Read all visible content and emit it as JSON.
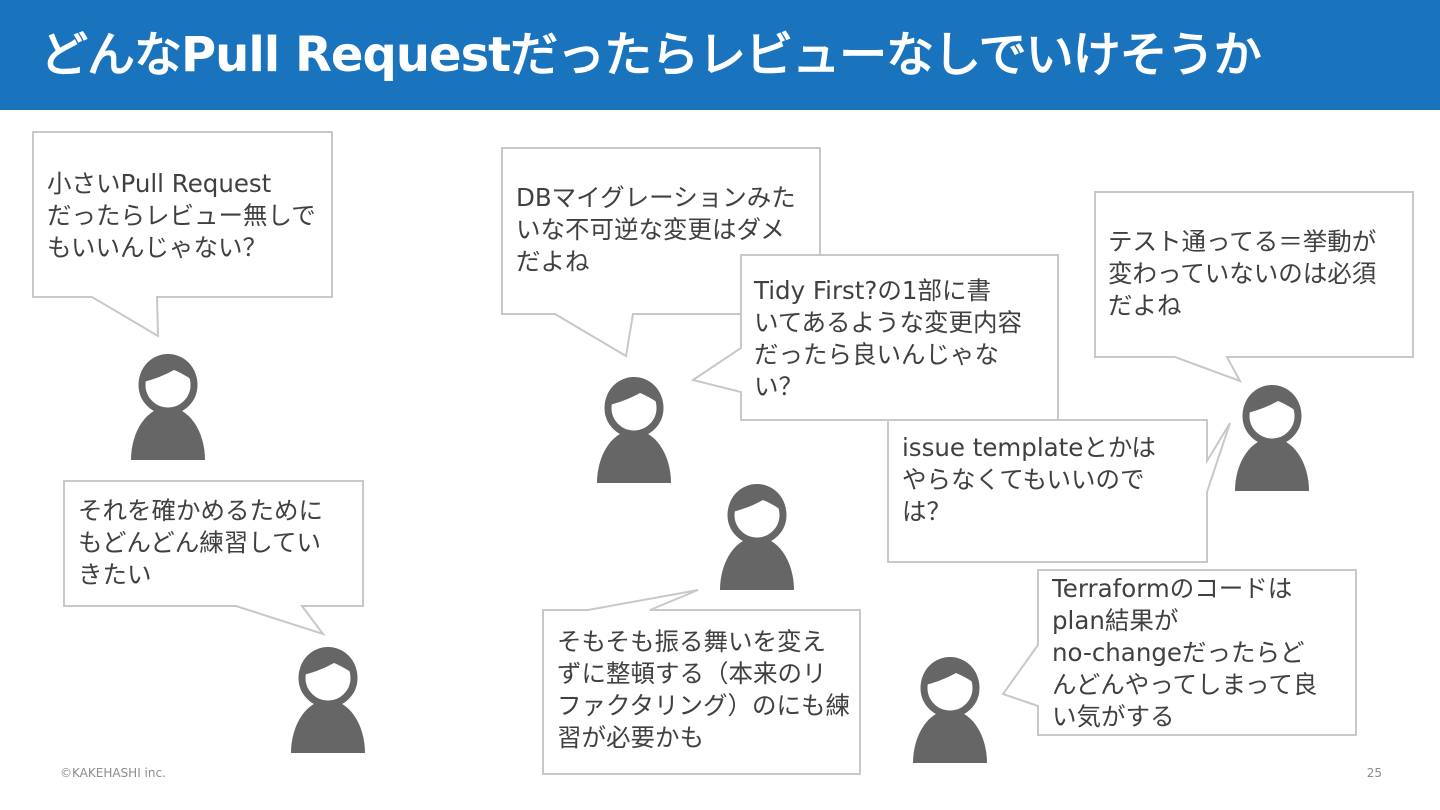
{
  "slide": {
    "title": "どんなPull Requestだったらレビューなしでいけそうか",
    "page_number": "25",
    "copyright": "©KAKEHASHI inc."
  },
  "bubbles": {
    "small_pr": [
      "小さいPull Request",
      "だったらレビュー無しで",
      "もいいんじゃない？"
    ],
    "practice": [
      "それを確かめるために",
      "もどんどん練習してい",
      "きたい"
    ],
    "db_migration": [
      "DBマイグレーションみた",
      "いな不可逆な変更はダメ",
      "だよね"
    ],
    "tidy_first": [
      "Tidy First?の1部に書",
      "いてあるような変更内容",
      "だったら良いんじゃな",
      "い？"
    ],
    "test_pass": [
      "テスト通ってる＝挙動が",
      "変わっていないのは必須",
      "だよね"
    ],
    "issue_template": [
      "issue templateとかは",
      "やらなくてもいいので",
      "は？"
    ],
    "refactoring": [
      "そもそも振る舞いを変え",
      "ずに整頓する（本来のリ",
      "ファクタリング）のにも練",
      "習が必要かも"
    ],
    "terraform": [
      "Terraformのコードは",
      "plan結果が",
      "no-changeだったらど",
      "んどんやってしまって良",
      "い気がする"
    ]
  },
  "icons": {
    "person": "person-icon"
  },
  "colors": {
    "header": "#1a74bd",
    "person": "#666666",
    "bubble_border": "#c8c8c8",
    "text": "#404040"
  }
}
